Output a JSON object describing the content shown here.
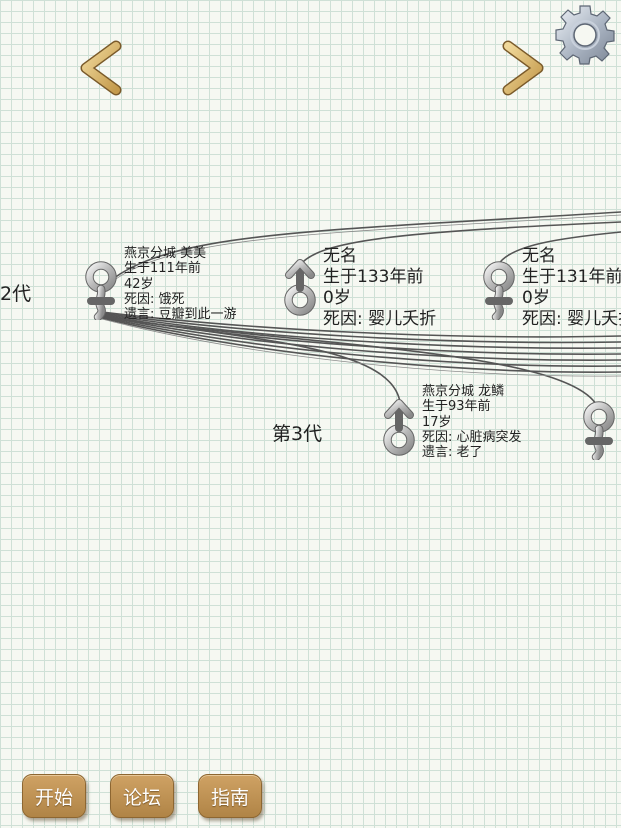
{
  "navigation": {
    "prev_icon": "chevron-left-icon",
    "next_icon": "chevron-right-icon",
    "settings_icon": "gear-icon"
  },
  "generations": {
    "gen2_label": "2代",
    "gen3_label": "第3代"
  },
  "members": [
    {
      "name": "燕京分城 美美",
      "birth": "生于111年前",
      "age": "42岁",
      "death": "死因: 饿死",
      "will": "遗言: 豆瓣到此一游",
      "gender": "female"
    },
    {
      "name": "无名",
      "birth": "生于133年前",
      "age": "0岁",
      "death": "死因: 婴儿夭折",
      "gender": "male"
    },
    {
      "name": "无名",
      "birth": "生于131年前",
      "age": "0岁",
      "death": "死因: 婴儿夭折",
      "gender": "female"
    },
    {
      "name": "燕京分城 龙鳞",
      "birth": "生于93年前",
      "age": "17岁",
      "death": "死因: 心脏病突发",
      "will": "遗言: 老了",
      "gender": "male"
    },
    {
      "gender": "female"
    }
  ],
  "bottom_buttons": {
    "start": "开始",
    "forum": "论坛",
    "guide": "指南"
  },
  "colors": {
    "grid_line": "#cfe0d6",
    "background": "#f6f8f2",
    "button": "#c09458",
    "arrow": "#d8b46a",
    "node_silver": "#bfbfbf"
  }
}
